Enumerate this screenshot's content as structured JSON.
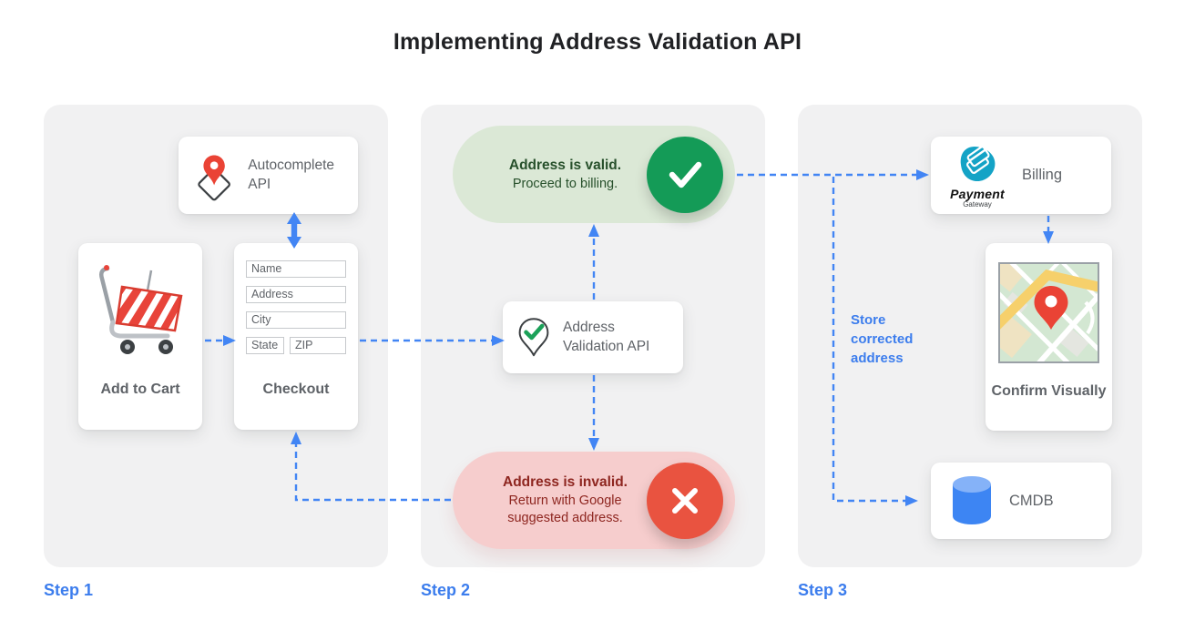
{
  "title": "Implementing Address Validation API",
  "colors": {
    "accent_blue": "#4285F4",
    "panel_bg": "#F1F1F2",
    "card_text_gray": "#5F6368",
    "valid_pill_bg": "#DBE8D6",
    "valid_text_green": "#27502B",
    "valid_circle_green": "#149B57",
    "invalid_pill_bg": "#F6CDCD",
    "invalid_text_red": "#8E2620",
    "invalid_circle_red": "#E95340",
    "cart_red": "#E8443A",
    "payment_logo_teal": "#14A3C6",
    "cmdb_blue": "#3D85F3"
  },
  "step1": {
    "step_label": "Step 1",
    "autocomplete": {
      "label": "Autocomplete API",
      "icon": "autocomplete-pin-diamond-icon"
    },
    "add_to_cart": {
      "label": "Add to Cart",
      "icon": "shopping-cart-icon"
    },
    "checkout": {
      "label": "Checkout",
      "fields": {
        "name": "Name",
        "address": "Address",
        "city": "City",
        "state": "State",
        "zip": "ZIP"
      }
    }
  },
  "step2": {
    "step_label": "Step 2",
    "valid_pill": {
      "title": "Address is valid.",
      "subtitle": "Proceed to billing.",
      "icon": "check-icon"
    },
    "invalid_pill": {
      "title": "Address is invalid.",
      "subtitle": "Return with Google suggested address.",
      "icon": "x-icon"
    },
    "validation_api": {
      "label": "Address Validation API",
      "icon": "pin-check-icon"
    }
  },
  "step3": {
    "step_label": "Step 3",
    "billing": {
      "label": "Billing",
      "logo_title": "Payment",
      "logo_subtitle": "Gateway",
      "icon": "payment-gateway-logo"
    },
    "confirm": {
      "label": "Confirm Visually",
      "icon": "map-thumbnail"
    },
    "cmdb": {
      "label": "CMDB",
      "icon": "database-icon"
    },
    "store_note": "Store corrected address"
  }
}
